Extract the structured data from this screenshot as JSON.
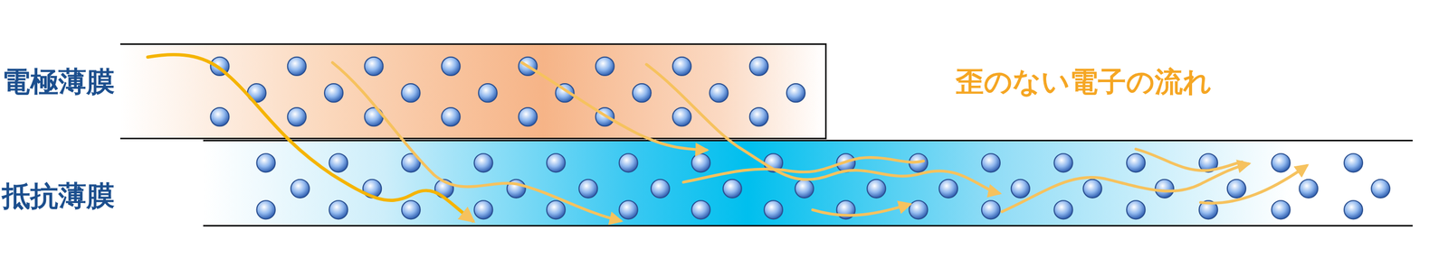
{
  "diagram": {
    "nodes": [
      {
        "text": [
          "電極薄膜"
        ]
      },
      {
        "text": [
          "抵抗薄膜"
        ]
      }
    ],
    "labels": [
      "歪のない電子の流れ"
    ]
  }
}
